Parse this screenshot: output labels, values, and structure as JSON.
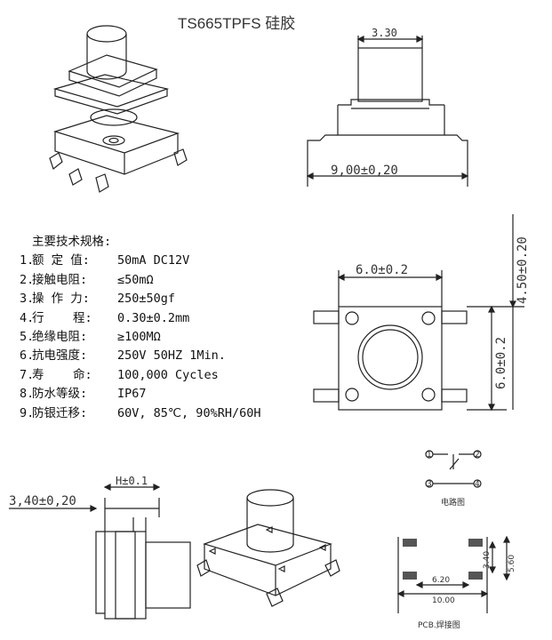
{
  "title": "TS665TPFS 硅胶",
  "side_view_top": {
    "width_label": "3.30",
    "overall_label": "9,00±0,20"
  },
  "top_view": {
    "width_label": "6.0±0.2",
    "height_label": "6.0±0.2",
    "plunger_label": "4.50±0.20"
  },
  "side_view_bottom": {
    "offset_label": "3,40±0,20",
    "h_label": "H±0.1"
  },
  "circuit": {
    "label": "电路图",
    "pins": [
      "1",
      "2",
      "3",
      "4"
    ]
  },
  "pcb": {
    "label": "PCB.焊接图",
    "width_label": "6.20",
    "total_label": "10.00",
    "pitch_label": "3.40",
    "pitch_outer_label": "5.60"
  },
  "specs": {
    "heading": "主要技术规格:",
    "rows": [
      {
        "num": "1.",
        "label": "额 定 值:",
        "value": "50mA DC12V"
      },
      {
        "num": "2.",
        "label": "接触电阻:",
        "value": "≤50mΩ"
      },
      {
        "num": "3.",
        "label": "操 作 力:",
        "value": "250±50gf"
      },
      {
        "num": "4.",
        "label": "行    程:",
        "value": "0.30±0.2mm"
      },
      {
        "num": "5.",
        "label": "绝缘电阻:",
        "value": "≥100MΩ"
      },
      {
        "num": "6.",
        "label": "抗电强度:",
        "value": "250V 50HZ 1Min."
      },
      {
        "num": "7.",
        "label": "寿    命:",
        "value": "100,000 Cycles"
      },
      {
        "num": "8.",
        "label": "防水等级:",
        "value": "IP67"
      },
      {
        "num": "9.",
        "label": "防银迁移:",
        "value": "60V, 85℃, 90%RH/60H"
      }
    ]
  }
}
